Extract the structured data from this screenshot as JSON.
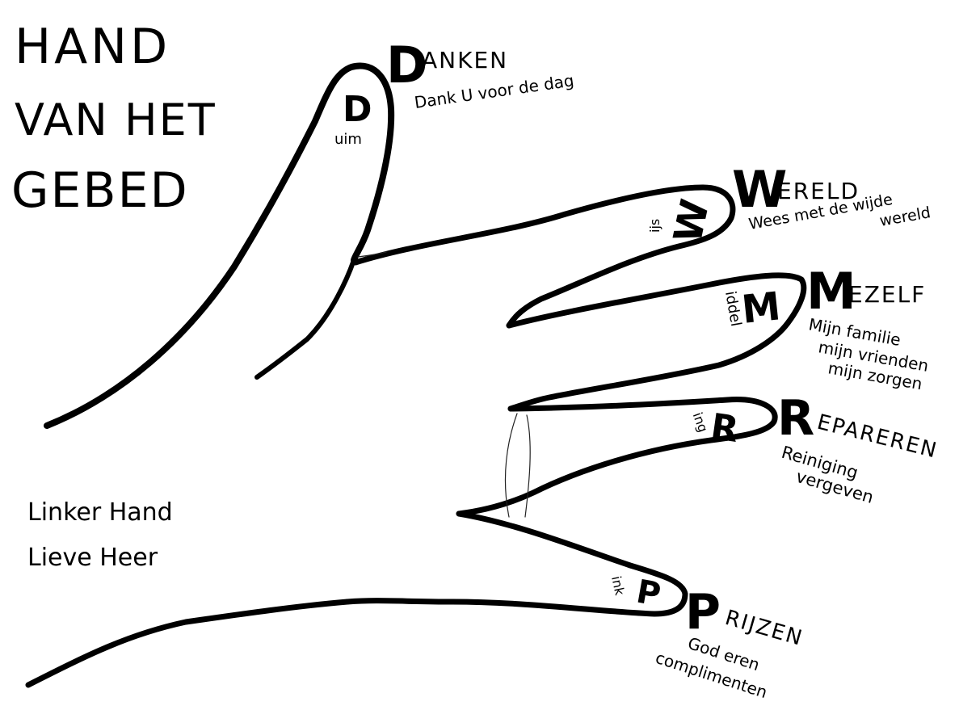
{
  "title": {
    "line1": "HAND",
    "line2": "VAN HET",
    "line3": "GEBED"
  },
  "hand_note": {
    "line1": "Linker Hand",
    "line2": "Lieve Heer"
  },
  "fingers": {
    "thumb": {
      "inner_letter": "D",
      "inner_rest": "uim",
      "big_letter": "D",
      "word_rest": "ANKEN",
      "description_lines": [
        "Dank U voor de dag"
      ]
    },
    "index": {
      "inner_letter": "W",
      "inner_rest": "ijs",
      "big_letter": "W",
      "word_rest": "ERELD",
      "description_lines": [
        "Wees met de wijde",
        "wereld"
      ]
    },
    "middle": {
      "inner_letter": "M",
      "inner_rest": "iddel",
      "big_letter": "M",
      "word_rest": "EZELF",
      "description_lines": [
        "Mijn familie",
        "mijn vrienden",
        "mijn zorgen"
      ]
    },
    "ring": {
      "inner_letter": "R",
      "inner_rest": "ing",
      "big_letter": "R",
      "word_rest": "EPAREREN",
      "description_lines": [
        "Reiniging",
        "vergeven"
      ]
    },
    "pinky": {
      "inner_letter": "P",
      "inner_rest": "ink",
      "big_letter": "P",
      "word_rest": "RIJZEN",
      "description_lines": [
        "God eren",
        "complimenten"
      ]
    }
  }
}
